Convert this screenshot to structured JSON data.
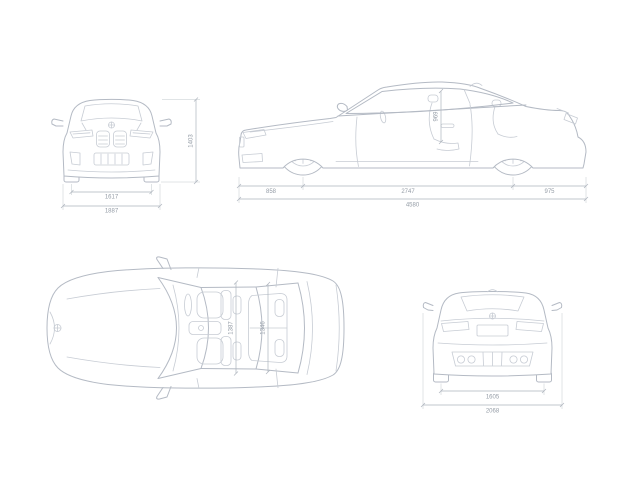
{
  "colors": {
    "background": "#ffffff",
    "body_line": "#b4bac4",
    "detail_line": "#c7ccd4",
    "dimension_line": "#aeb5be",
    "dimension_text": "#949ca6"
  },
  "views": {
    "front": {
      "dims": {
        "height": "1403",
        "track_width": "1617",
        "overall_width": "1887"
      }
    },
    "side": {
      "dims": {
        "front_overhang": "858",
        "wheelbase": "2747",
        "rear_overhang": "975",
        "overall_length": "4580",
        "headroom": "969"
      }
    },
    "top": {
      "dims": {
        "front_shoulder_width": "1387",
        "rear_shoulder_width": "1346"
      }
    },
    "rear": {
      "dims": {
        "rear_track": "1605",
        "width_incl_mirrors": "2068"
      }
    }
  }
}
